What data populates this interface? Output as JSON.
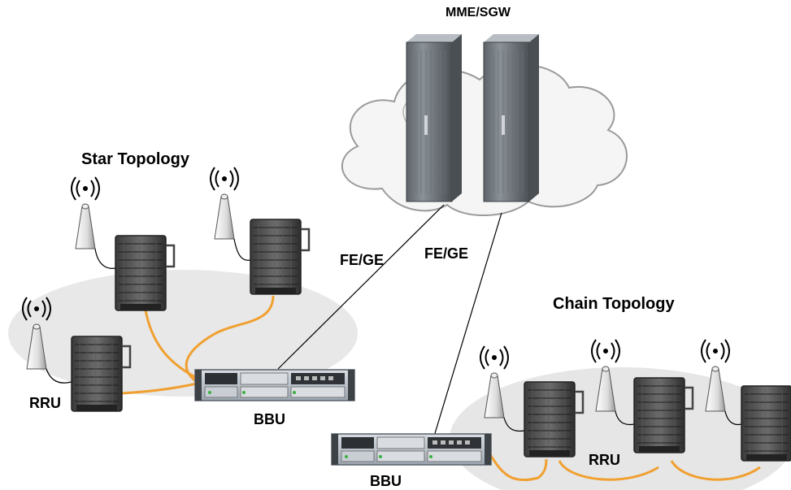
{
  "labels": {
    "core": "MME/SGW",
    "star_title": "Star Topology",
    "chain_title": "Chain Topology",
    "link_left": "FE/GE",
    "link_right": "FE/GE",
    "bbu_star": "BBU",
    "bbu_chain": "BBU",
    "rru_star": "RRU",
    "rru_chain": "RRU"
  },
  "colors": {
    "fiber": "#f0a030",
    "region_fill": "#e6e6e6",
    "cloud_fill": "#f4f4f4",
    "cloud_stroke": "#9a9a9a",
    "server": "#7a8288"
  },
  "icons": [
    "cloud",
    "server-rack",
    "antenna",
    "rru-unit",
    "bbu-unit"
  ]
}
